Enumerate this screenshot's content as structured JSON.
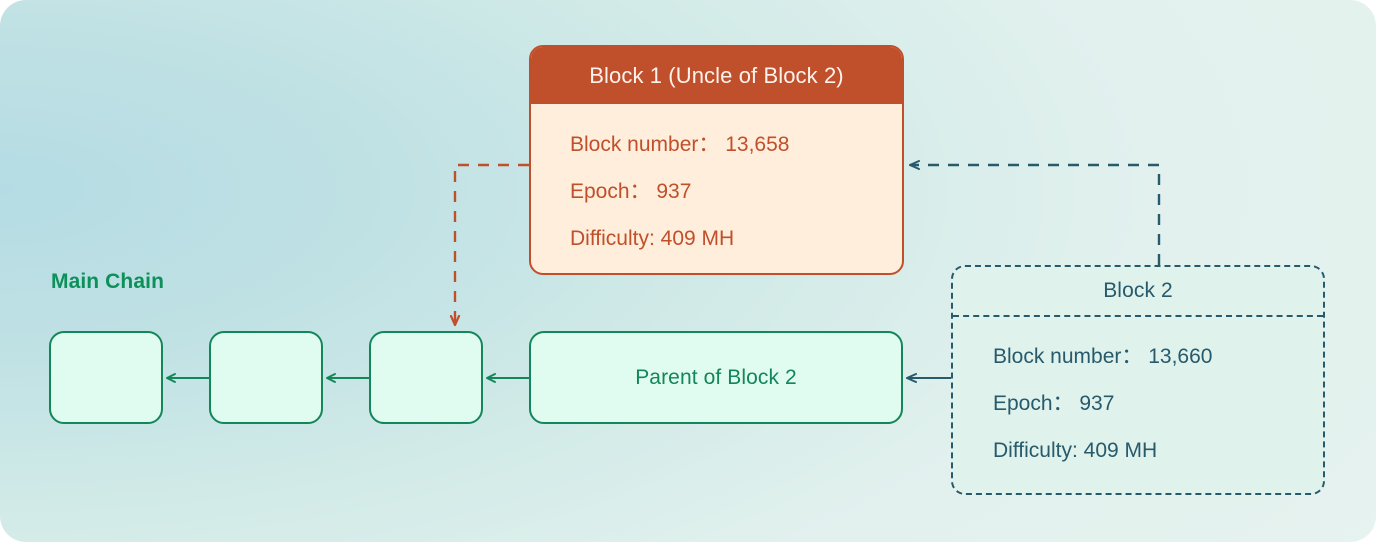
{
  "diagram": {
    "main_chain_label": "Main Chain",
    "colors": {
      "uncle_accent": "#c0502b",
      "uncle_body_bg": "#ffeedb",
      "chain_green": "#13865a",
      "main_chain_green": "#0d9059",
      "block2_teal": "#275a6b",
      "block2_bg": "#e0f2ec",
      "chain_block_bg": "#e0fbef",
      "canvas_bg_start": "#b5dce4",
      "canvas_bg_end": "#e6f3ef"
    },
    "chain_blocks": [
      {
        "label": ""
      },
      {
        "label": ""
      },
      {
        "label": ""
      }
    ],
    "parent_block": {
      "label": "Parent of Block 2"
    },
    "uncle_block": {
      "title": "Block 1 (Uncle of Block 2)",
      "rows": [
        "Block number： 13,658",
        "Epoch： 937",
        "Difficulty: 409 MH"
      ]
    },
    "block2": {
      "title": "Block 2",
      "rows": [
        "Block number： 13,660",
        "Epoch： 937",
        "Difficulty: 409 MH"
      ]
    },
    "connectors": [
      {
        "name": "arrow-block2-to-parent",
        "style": "solid",
        "color": "#275a6b"
      },
      {
        "name": "arrow-parent-to-chain3",
        "style": "solid",
        "color": "#13865a"
      },
      {
        "name": "arrow-chain3-to-chain2",
        "style": "solid",
        "color": "#13865a"
      },
      {
        "name": "arrow-chain2-to-chain1",
        "style": "solid",
        "color": "#13865a"
      },
      {
        "name": "arrow-uncle-to-chain3",
        "style": "dashed",
        "color": "#c0502b"
      },
      {
        "name": "arrow-block2-to-uncle",
        "style": "dashed",
        "color": "#275a6b"
      }
    ]
  }
}
